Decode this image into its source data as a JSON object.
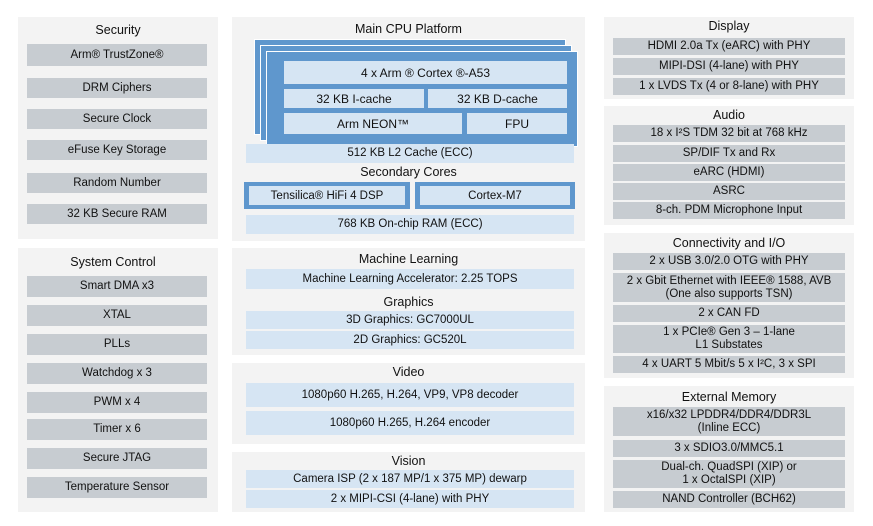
{
  "security": {
    "title": "Security",
    "items": [
      "Arm® TrustZone®",
      "DRM Ciphers",
      "Secure Clock",
      "eFuse Key Storage",
      "Random Number",
      "32 KB Secure RAM"
    ]
  },
  "system_control": {
    "title": "System Control",
    "items": [
      "Smart DMA x3",
      "XTAL",
      "PLLs",
      "Watchdog x 3",
      "PWM x 4",
      "Timer x 6",
      "Secure JTAG",
      "Temperature Sensor"
    ]
  },
  "cpu": {
    "title": "Main CPU Platform",
    "core": "4 x Arm ® Cortex ®-A53",
    "icache": "32 KB I-cache",
    "dcache": "32 KB D-cache",
    "neon": "Arm NEON™",
    "fpu": "FPU",
    "l2": "512 KB L2 Cache (ECC)",
    "secondary_title": "Secondary Cores",
    "dsp": "Tensilica® HiFi 4 DSP",
    "m7": "Cortex-M7",
    "ram": "768 KB On-chip RAM (ECC)"
  },
  "ml": {
    "title": "Machine Learning",
    "accel": "Machine Learning Accelerator: 2.25 TOPS",
    "graphics_title": "Graphics",
    "g3d": "3D Graphics: GC7000UL",
    "g2d": "2D Graphics: GC520L"
  },
  "video": {
    "title": "Video",
    "decoder": "1080p60 H.265, H.264, VP9, VP8 decoder",
    "encoder": "1080p60 H.265, H.264 encoder"
  },
  "vision": {
    "title": "Vision",
    "isp": "Camera ISP (2 x 187 MP/1 x 375 MP) dewarp",
    "csi": "2 x MIPI-CSI (4-lane) with PHY"
  },
  "display": {
    "title": "Display",
    "items": [
      "HDMI 2.0a Tx (eARC) with PHY",
      "MIPI-DSI (4-lane) with PHY",
      "1 x LVDS Tx (4 or 8-lane) with PHY"
    ]
  },
  "audio": {
    "title": "Audio",
    "items": [
      "18 x I²S TDM 32 bit at 768 kHz",
      "SP/DIF Tx and Rx",
      "eARC (HDMI)",
      "ASRC",
      "8-ch. PDM Microphone Input"
    ]
  },
  "connectivity": {
    "title": "Connectivity and I/O",
    "items": [
      "2 x USB 3.0/2.0 OTG with PHY",
      "2 x Gbit Ethernet with IEEE® 1588, AVB\n(One also supports TSN)",
      "2 x CAN FD",
      "1 x PCIe® Gen 3 – 1-lane\nL1 Substates",
      "4 x UART 5 Mbit/s 5 x I²C, 3 x SPI"
    ]
  },
  "memory": {
    "title": "External Memory",
    "items": [
      "x16/x32 LPDDR4/DDR4/DDR3L\n(Inline ECC)",
      "3 x SDIO3.0/MMC5.1",
      "Dual-ch. QuadSPI (XIP) or\n1 x OctalSPI (XIP)",
      "NAND Controller (BCH62)"
    ]
  }
}
